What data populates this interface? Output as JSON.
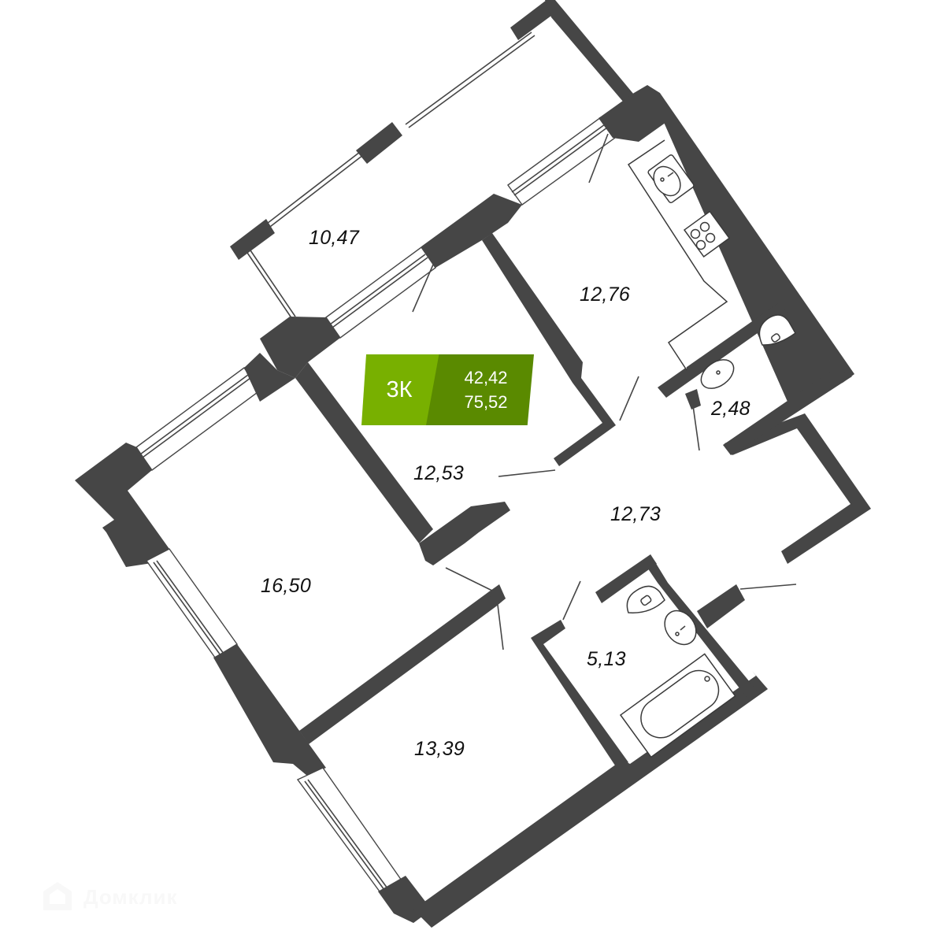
{
  "plan": {
    "type_badge": "3К",
    "living_area": "42,42",
    "total_area": "75,52",
    "badge_colors": {
      "type": "#78b000",
      "areas": "#5a8a00"
    },
    "wall_color": "#464646"
  },
  "rooms": [
    {
      "id": "balcony",
      "area": "10,47"
    },
    {
      "id": "kitchen",
      "area": "12,76"
    },
    {
      "id": "bedroom-small",
      "area": "12,53"
    },
    {
      "id": "wc",
      "area": "2,48"
    },
    {
      "id": "hallway",
      "area": "12,73"
    },
    {
      "id": "living-room",
      "area": "16,50"
    },
    {
      "id": "bathroom",
      "area": "5,13"
    },
    {
      "id": "bedroom",
      "area": "13,39"
    }
  ],
  "watermark": {
    "text": "Домклик",
    "icon": "domclick-house-icon"
  }
}
